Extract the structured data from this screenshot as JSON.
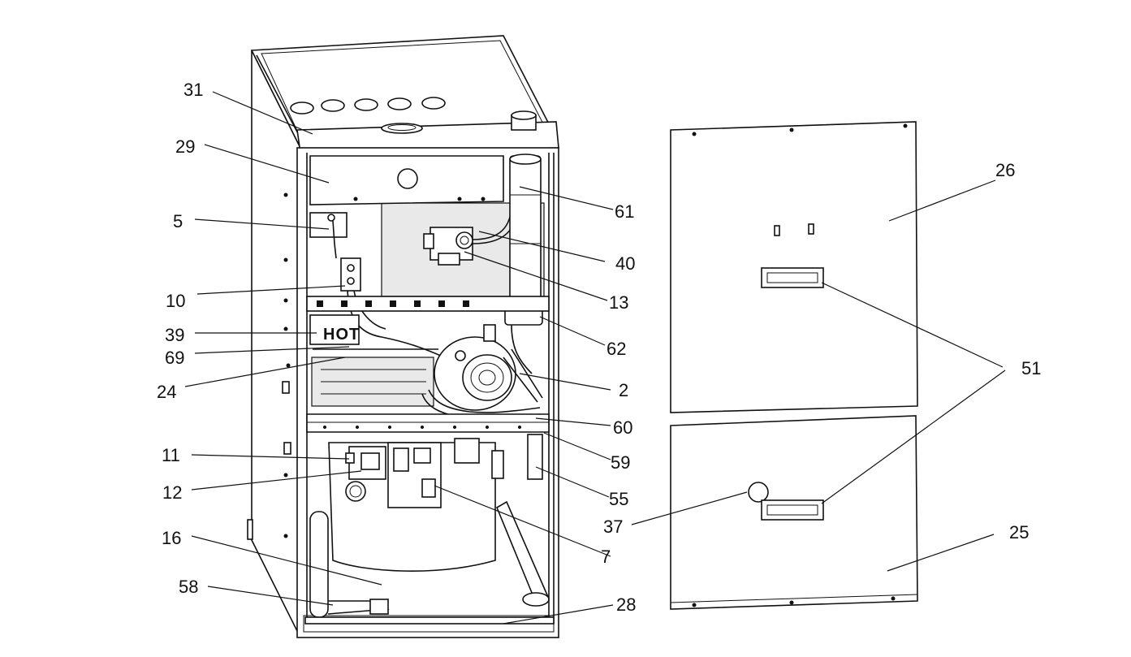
{
  "diagram": {
    "hot_label": "HOT",
    "callouts": [
      {
        "id": "c31",
        "text": "31"
      },
      {
        "id": "c29",
        "text": "29"
      },
      {
        "id": "c5",
        "text": "5"
      },
      {
        "id": "c10",
        "text": "10"
      },
      {
        "id": "c39",
        "text": "39"
      },
      {
        "id": "c69",
        "text": "69"
      },
      {
        "id": "c24",
        "text": "24"
      },
      {
        "id": "c11",
        "text": "11"
      },
      {
        "id": "c12",
        "text": "12"
      },
      {
        "id": "c16",
        "text": "16"
      },
      {
        "id": "c58",
        "text": "58"
      },
      {
        "id": "c61",
        "text": "61"
      },
      {
        "id": "c40",
        "text": "40"
      },
      {
        "id": "c13",
        "text": "13"
      },
      {
        "id": "c62",
        "text": "62"
      },
      {
        "id": "c2",
        "text": "2"
      },
      {
        "id": "c60",
        "text": "60"
      },
      {
        "id": "c59",
        "text": "59"
      },
      {
        "id": "c55",
        "text": "55"
      },
      {
        "id": "c7",
        "text": "7"
      },
      {
        "id": "c28",
        "text": "28"
      },
      {
        "id": "c26",
        "text": "26"
      },
      {
        "id": "c51",
        "text": "51"
      },
      {
        "id": "c37",
        "text": "37"
      },
      {
        "id": "c25",
        "text": "25"
      }
    ]
  }
}
